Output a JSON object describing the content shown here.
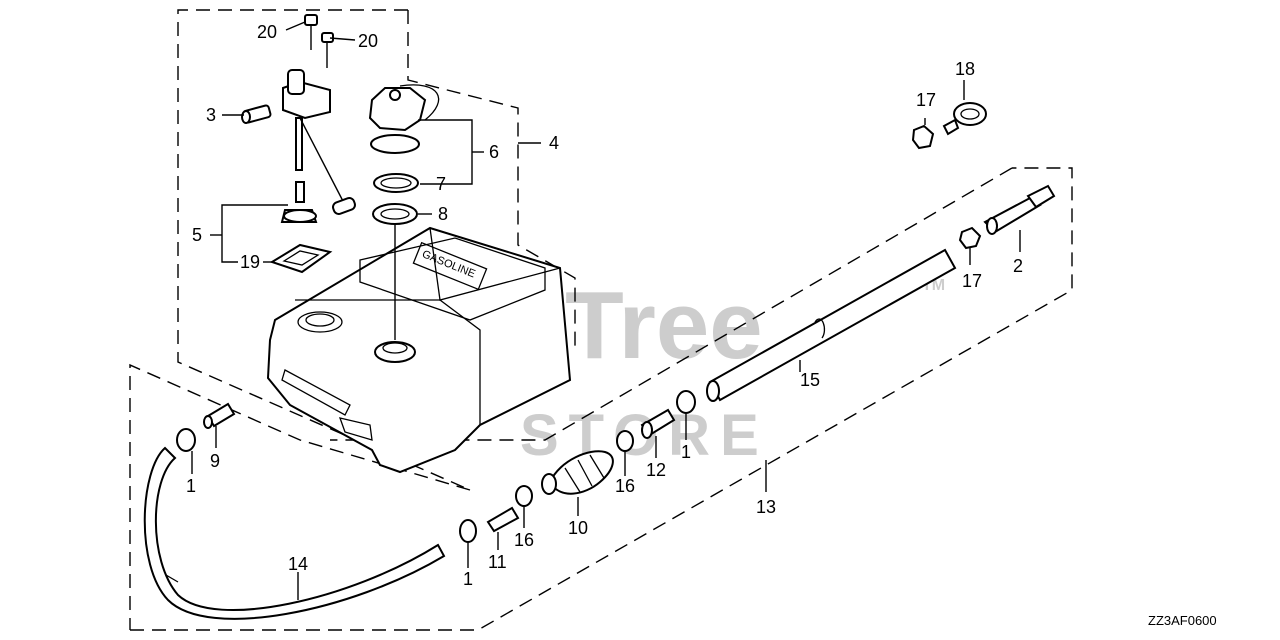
{
  "watermark": {
    "brand": "PartsTree",
    "tm": "TM",
    "sub": "STORE"
  },
  "diagram_code": "ZZ3AF0600",
  "callouts": {
    "c1a": "1",
    "c1b": "1",
    "c1c": "1",
    "c2": "2",
    "c3": "3",
    "c4": "4",
    "c5": "5",
    "c6": "6",
    "c7": "7",
    "c8": "8",
    "c9": "9",
    "c10": "10",
    "c11": "11",
    "c12": "12",
    "c13": "13",
    "c14": "14",
    "c15": "15",
    "c16a": "16",
    "c16b": "16",
    "c17a": "17",
    "c17b": "17",
    "c18": "18",
    "c19": "19",
    "c20a": "20",
    "c20b": "20"
  },
  "tank_label": "GASOLINE"
}
